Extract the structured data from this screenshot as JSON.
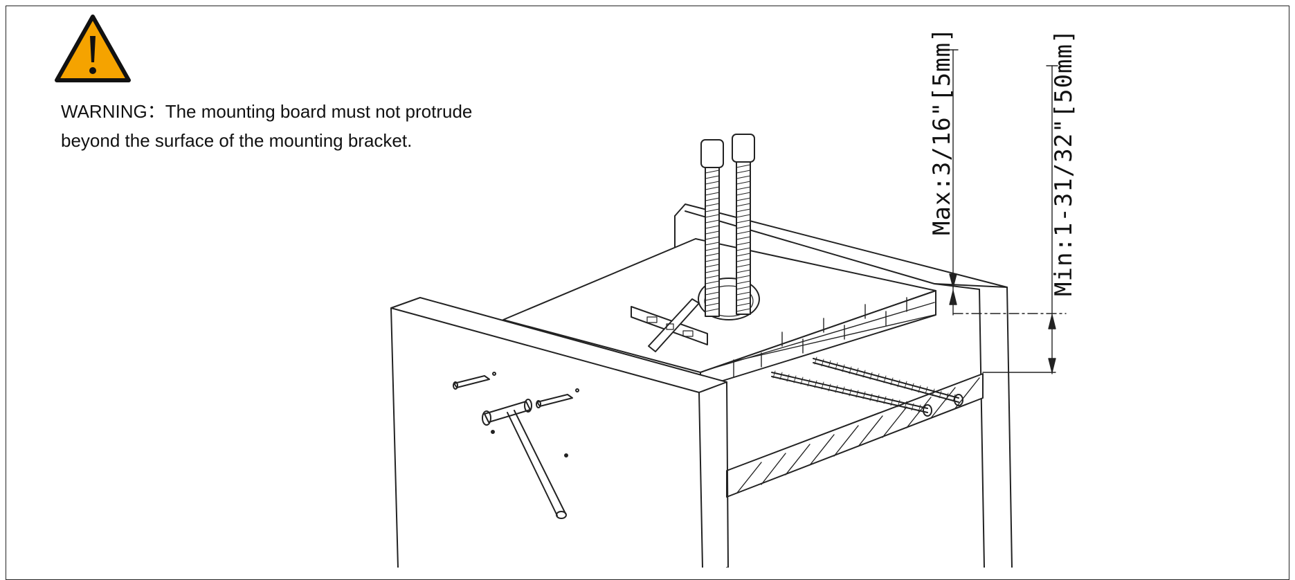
{
  "warning": {
    "line1": "WARNING：The mounting board must not protrude",
    "line2": "beyond the surface of the mounting bracket.",
    "icon": "warning-triangle-icon",
    "icon_color": "#F5A300"
  },
  "dimensions": {
    "max_label": "Max:3/16\"[5mm]",
    "min_label": "Min:1-31/32\"[50mm]"
  },
  "parts": {
    "hoses": "flexible-hose-icon",
    "tile_spacer": "tile-spacer-icon",
    "hammer": "hammer-icon",
    "anchors": "wall-anchor-icon"
  }
}
